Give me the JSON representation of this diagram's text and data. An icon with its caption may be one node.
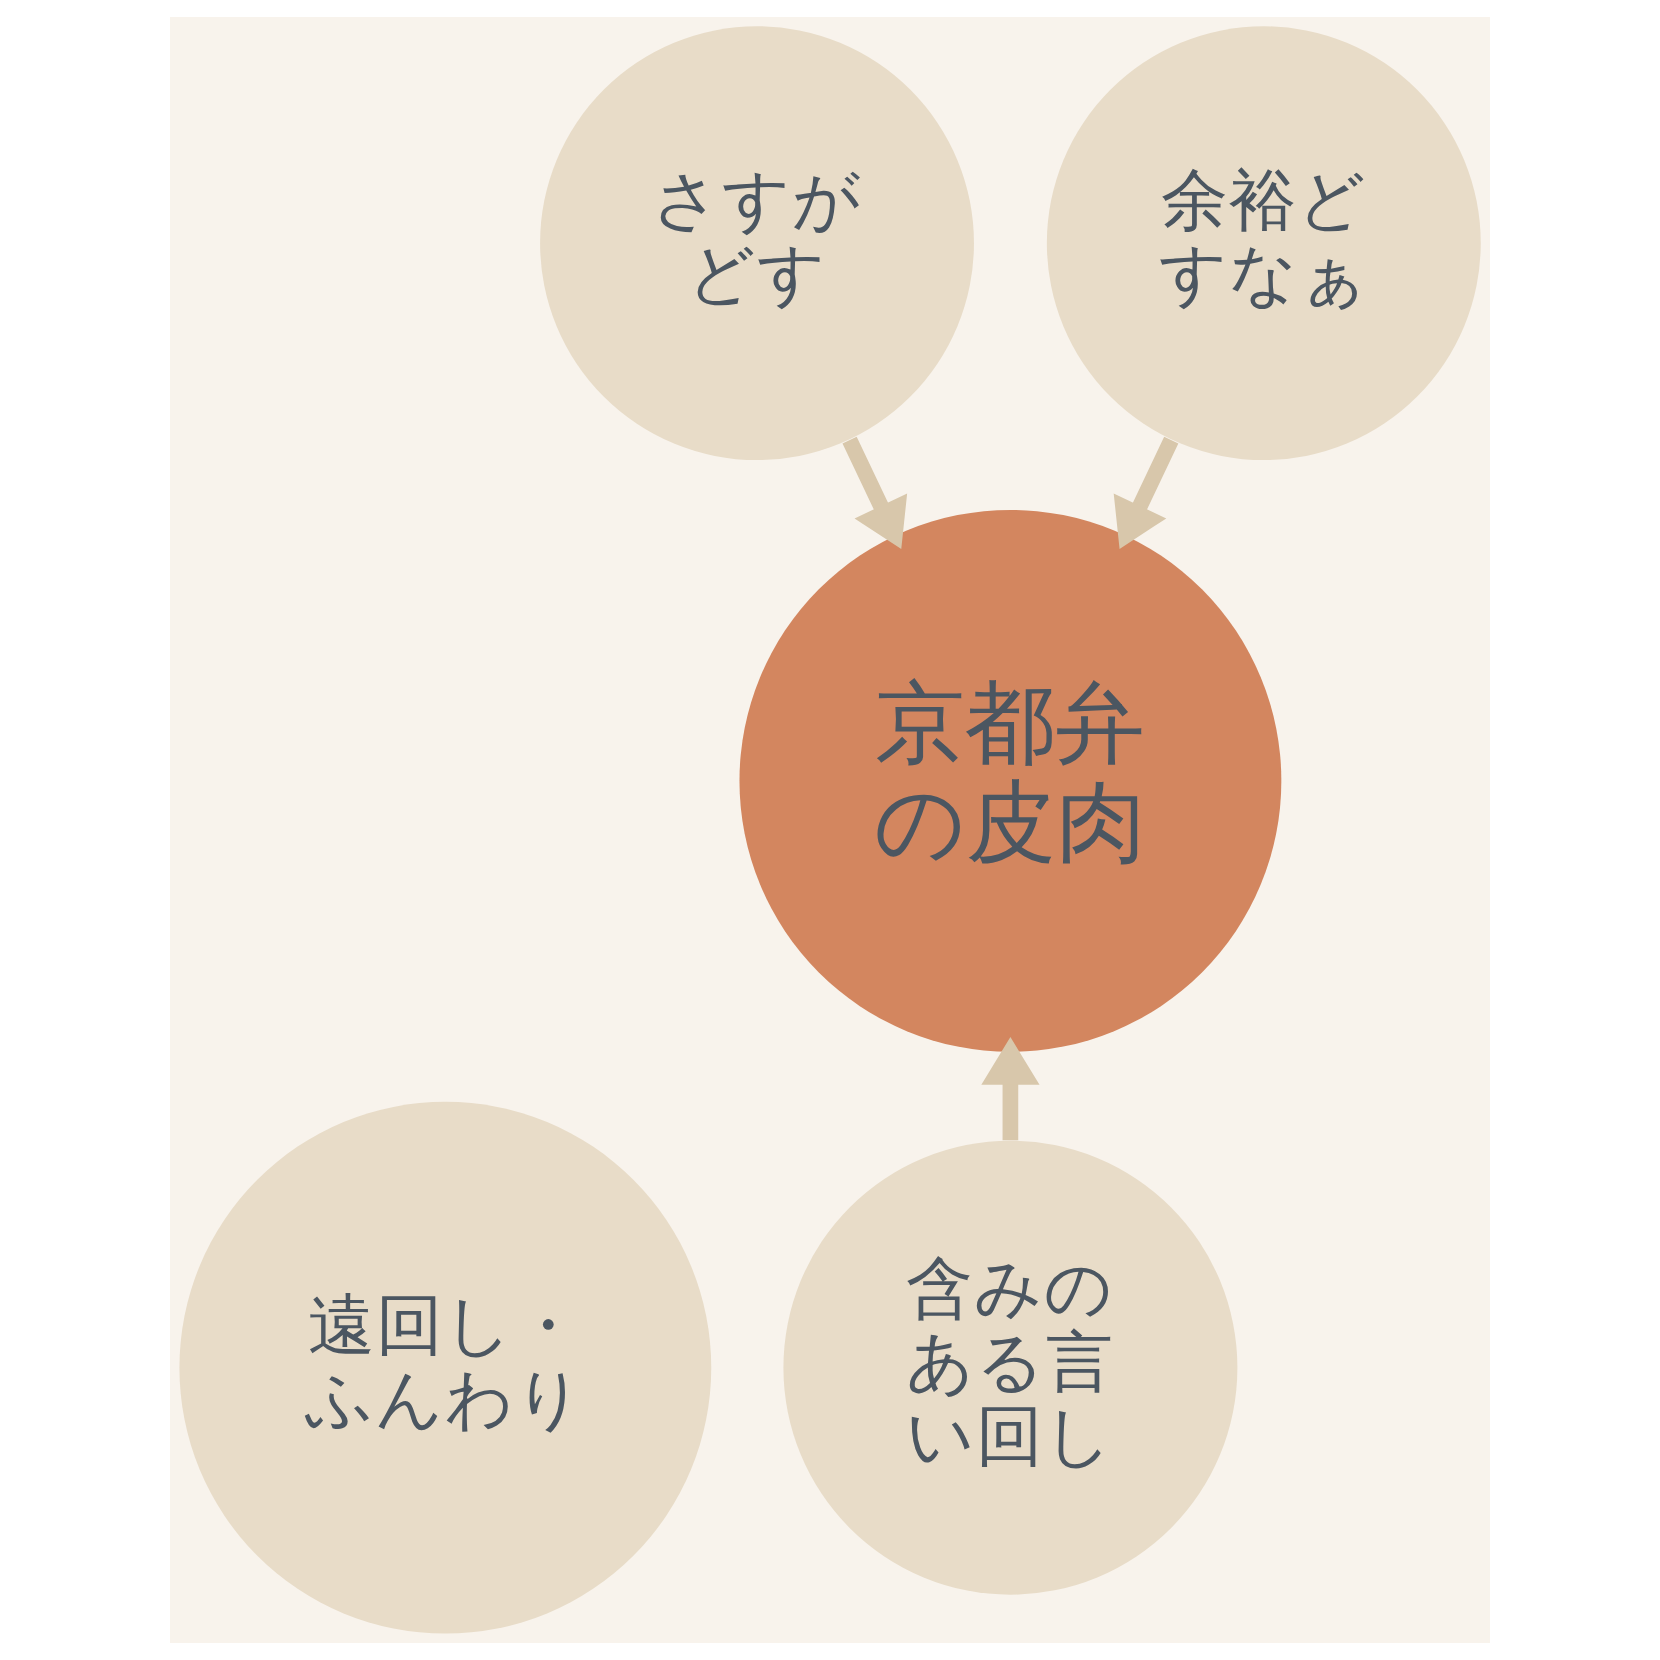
{
  "diagram": {
    "nodes": [
      {
        "text": [
          "さすがどす"
        ]
      },
      {
        "text": [
          "余裕どすなぁ"
        ]
      },
      {
        "text": [
          "京都弁の皮肉"
        ]
      },
      {
        "text": [
          "遠回し・ふんわり"
        ]
      },
      {
        "text": [
          "含みのある言い回し"
        ]
      }
    ],
    "edges": [
      {
        "from": 0,
        "to": 2,
        "arrow": "to"
      },
      {
        "from": 1,
        "to": 2,
        "arrow": "to"
      },
      {
        "from": 4,
        "to": 2,
        "arrow": "to"
      }
    ]
  }
}
